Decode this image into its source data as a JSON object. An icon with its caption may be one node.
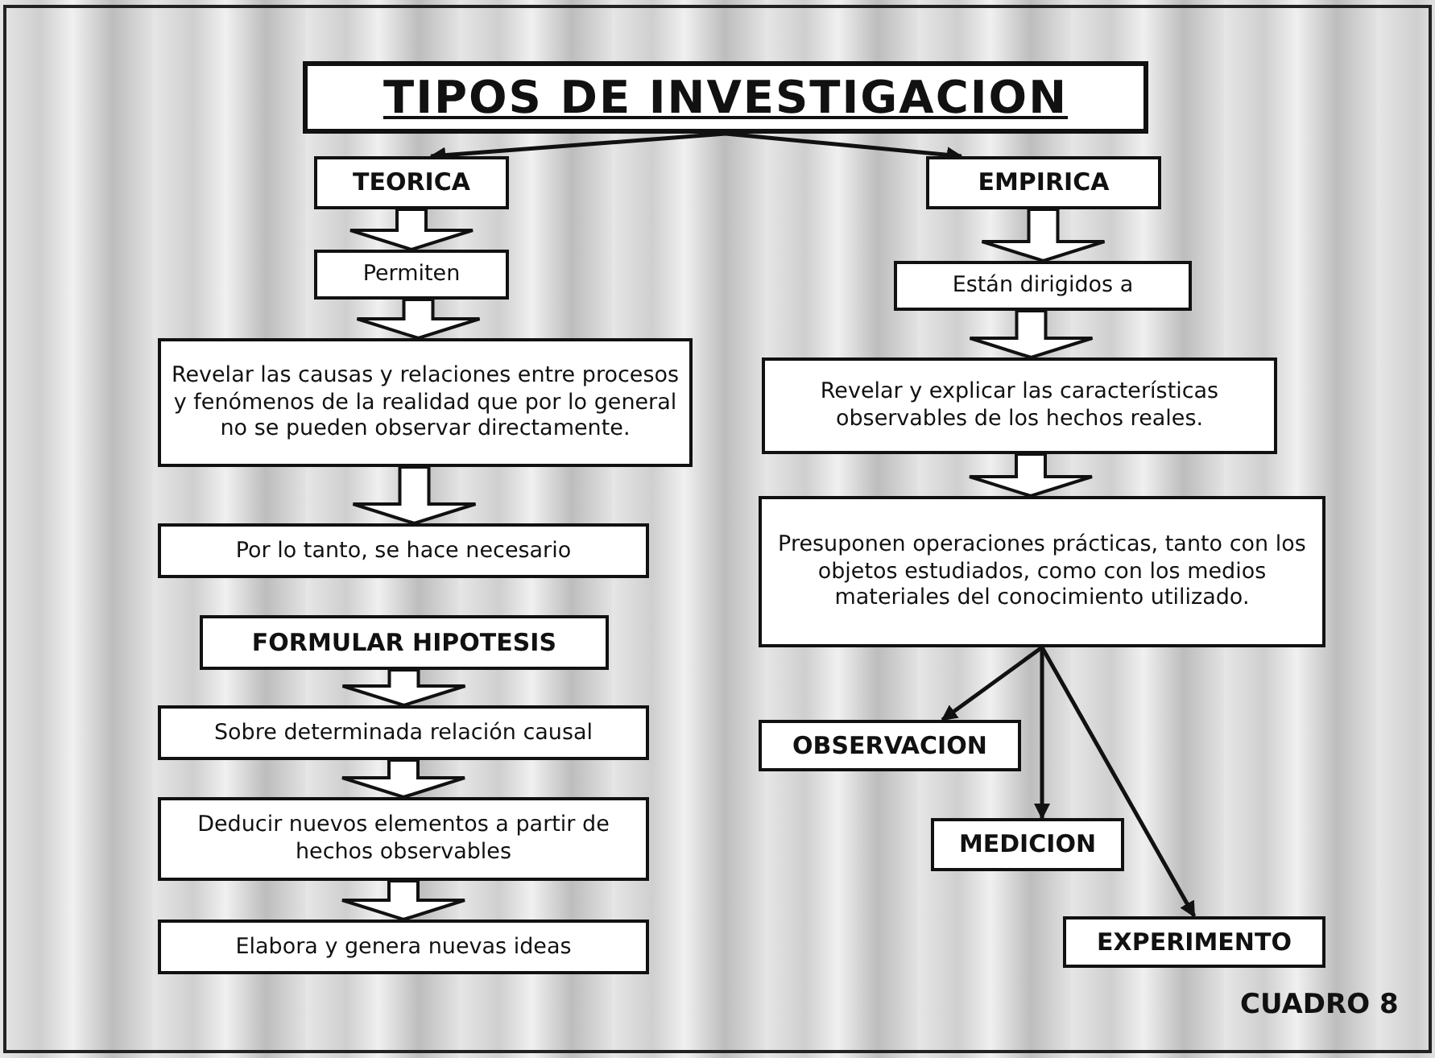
{
  "diagram": {
    "nodes": [
      {
        "text": [
          "TIPOS DE INVESTIGACION"
        ]
      },
      {
        "text": [
          "TEORICA"
        ]
      },
      {
        "text": [
          "EMPIRICA"
        ]
      },
      {
        "text": [
          "Permiten"
        ]
      },
      {
        "text": [
          "Están dirigidos a"
        ]
      },
      {
        "text": [
          "Revelar las causas y relaciones entre procesos y fenómenos de la realidad que por lo general no se pueden observar directamente."
        ]
      },
      {
        "text": [
          "Revelar y explicar las características observables de los hechos reales."
        ]
      },
      {
        "text": [
          "Por lo tanto, se hace necesario"
        ]
      },
      {
        "text": [
          "FORMULAR HIPOTESIS"
        ]
      },
      {
        "text": [
          "Sobre determinada relación causal"
        ]
      },
      {
        "text": [
          "Deducir nuevos elementos a partir de hechos observables"
        ]
      },
      {
        "text": [
          "Elabora y genera nuevas ideas"
        ]
      },
      {
        "text": [
          "Presuponen operaciones prácticas, tanto con los objetos estudiados, como con los medios materiales del conocimiento utilizado."
        ]
      },
      {
        "text": [
          "OBSERVACION"
        ]
      },
      {
        "text": [
          "MEDICION"
        ]
      },
      {
        "text": [
          "EXPERIMENTO"
        ]
      }
    ],
    "edges": [
      {
        "from": 0,
        "to": 1,
        "arrow": "to"
      },
      {
        "from": 0,
        "to": 2,
        "arrow": "to"
      },
      {
        "from": 1,
        "to": 3,
        "arrow": "to",
        "style": "thick"
      },
      {
        "from": 3,
        "to": 5,
        "arrow": "to",
        "style": "thick"
      },
      {
        "from": 5,
        "to": 7,
        "arrow": "to",
        "style": "thick"
      },
      {
        "from": 8,
        "to": 9,
        "arrow": "to",
        "style": "thick"
      },
      {
        "from": 9,
        "to": 10,
        "arrow": "to",
        "style": "thick"
      },
      {
        "from": 10,
        "to": 11,
        "arrow": "to",
        "style": "thick"
      },
      {
        "from": 2,
        "to": 4,
        "arrow": "to",
        "style": "thick"
      },
      {
        "from": 4,
        "to": 6,
        "arrow": "to",
        "style": "thick"
      },
      {
        "from": 6,
        "to": 12,
        "arrow": "to",
        "style": "thick"
      },
      {
        "from": 12,
        "to": 13,
        "arrow": "to"
      },
      {
        "from": 12,
        "to": 14,
        "arrow": "to"
      },
      {
        "from": 12,
        "to": 15,
        "arrow": "to"
      }
    ],
    "labels": [
      "CUADRO 8"
    ]
  }
}
